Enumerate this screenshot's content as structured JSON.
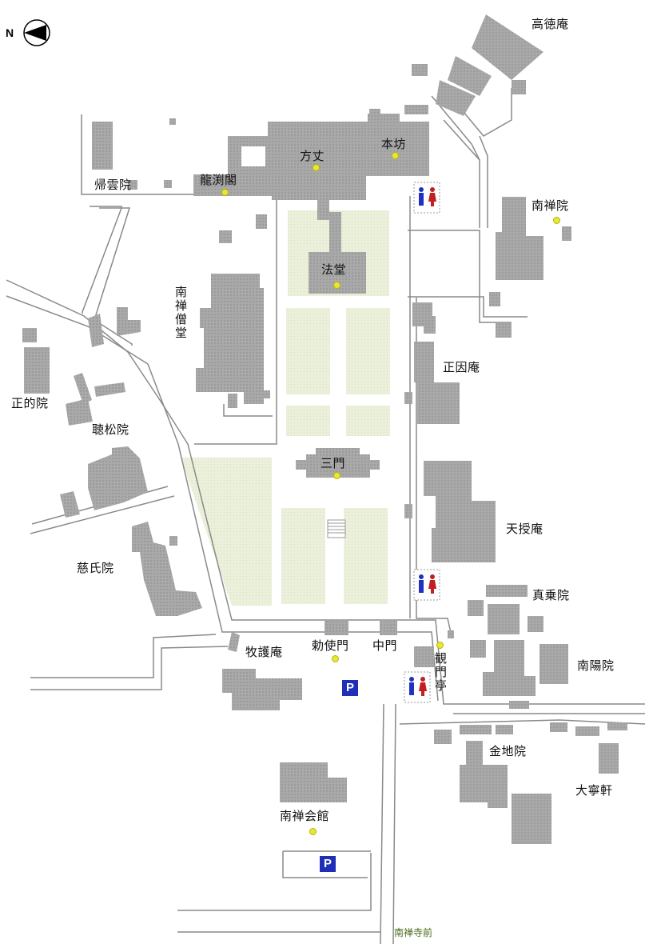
{
  "compass": {
    "label": "N",
    "icon": "north-arrow-icon"
  },
  "colors": {
    "building": "#a3a3a3",
    "garden": "#e9efd8",
    "road_line": "#8a8a8a",
    "parking": "#1f2fb8",
    "dot": "#e7e63a"
  },
  "labels": {
    "kotokuan": "高徳庵",
    "nanzenin": "南禅院",
    "kiunin": "帰雲院",
    "ryuenkaku": "龍渕閣",
    "hojo": "方丈",
    "honbo": "本坊",
    "hatto": "法堂",
    "sodo": "南禅僧堂",
    "shoinan": "正因庵",
    "shotekiin": "正的院",
    "choshoin": "聴松院",
    "sanmon": "三門",
    "tenjuan": "天授庵",
    "jishiin": "慈氏院",
    "shinjoin": "真乗院",
    "bokugoan": "牧護庵",
    "chokushimon": "勅使門",
    "nakamon": "中門",
    "shinmontei": "観門亭",
    "nanyoin": "南陽院",
    "konchiin": "金地院",
    "daineiken": "大寧軒",
    "kaikan": "南禅会館",
    "station": "南禅寺前"
  },
  "parking": [
    "P",
    "P"
  ]
}
